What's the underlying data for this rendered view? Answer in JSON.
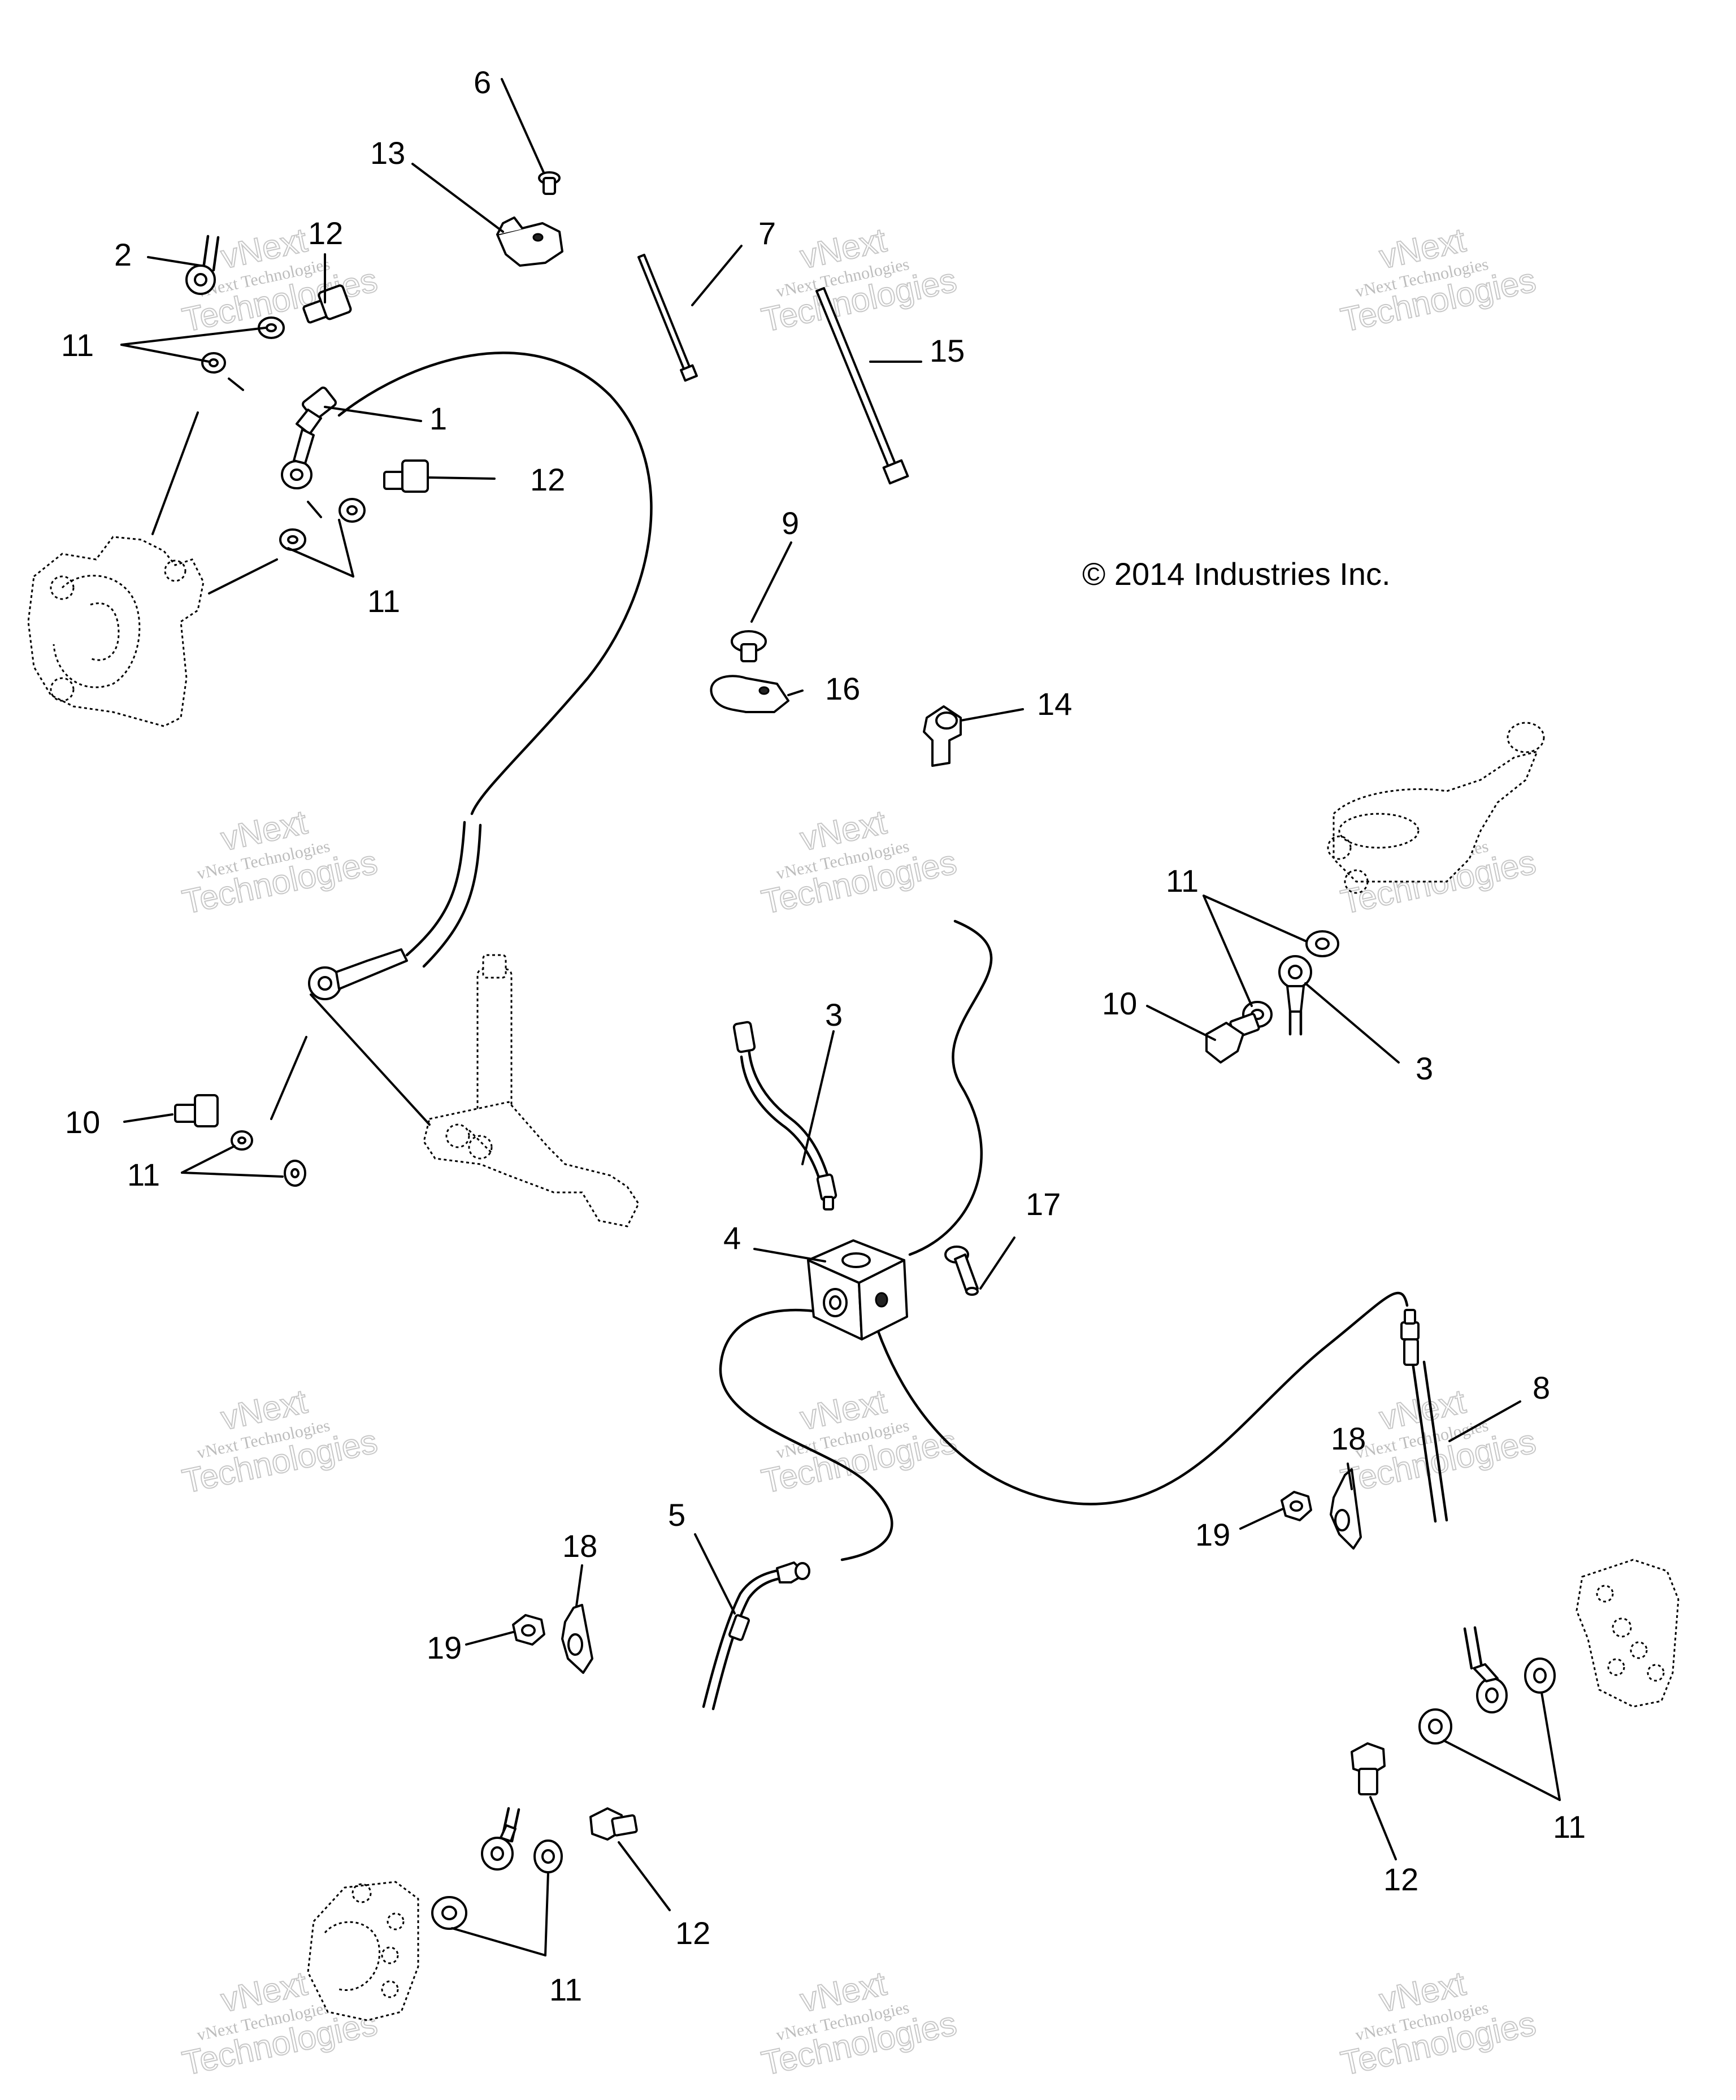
{
  "copyright": "© 2014 Industries Inc.",
  "watermark": {
    "line1": "vNext",
    "line2": "vNext Technologies",
    "line3": "Technologies"
  },
  "callouts": [
    "6",
    "13",
    "2",
    "12",
    "11",
    "1",
    "12",
    "11",
    "7",
    "15",
    "9",
    "16",
    "14",
    "11",
    "10",
    "3",
    "3",
    "10",
    "11",
    "4",
    "17",
    "8",
    "18",
    "19",
    "5",
    "18",
    "19",
    "12",
    "11",
    "12",
    "11"
  ]
}
